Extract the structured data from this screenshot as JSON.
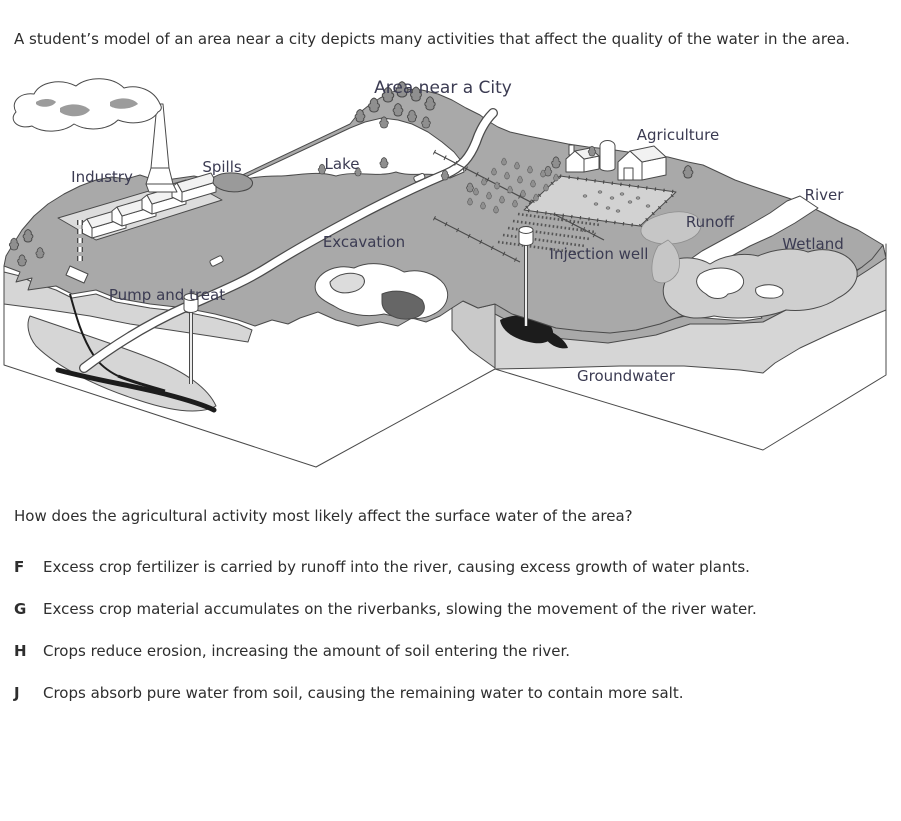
{
  "page": {
    "intro": "A student’s model of an area near a city depicts many activities that affect the quality of the water in the area.",
    "question": "How does the agricultural activity most likely affect the surface water of the area?",
    "choices": [
      {
        "letter": "F",
        "text": "Excess crop fertilizer is carried by runoff into the river, causing excess growth of water plants."
      },
      {
        "letter": "G",
        "text": "Excess crop material accumulates on the riverbanks, slowing the movement of the river water."
      },
      {
        "letter": "H",
        "text": "Crops reduce erosion, increasing the amount of soil entering the river."
      },
      {
        "letter": "J",
        "text": "Crops absorb pure water from soil, causing the remaining water to contain more salt."
      }
    ]
  },
  "diagram": {
    "title": "Area near a City",
    "labels": {
      "industry": "Industry",
      "spills": "Spills",
      "lake": "Lake",
      "agriculture": "Agriculture",
      "river": "River",
      "excavation": "Excavation",
      "runoff": "Runoff",
      "wetland": "Wetland",
      "injection_well": "Injection well",
      "pump_and_treat": "Pump and treat",
      "groundwater": "Groundwater"
    },
    "colors": {
      "surface": "#a9a9a9",
      "subsoil": "#d6d6d6",
      "side-face": "#c9c9c9",
      "pad": "#dcdcdc",
      "pasture": "#d2d2d2",
      "wetland": "#cfcfcf",
      "runoff": "#c6c6c6",
      "tree": "#8f8f8f",
      "outline": "#4a4a4a",
      "label": "#3b3b52",
      "plume": "#1c1c1c",
      "pit": "#666666",
      "smoke": "#9c9c9c",
      "text": "#2e2e2e"
    }
  }
}
